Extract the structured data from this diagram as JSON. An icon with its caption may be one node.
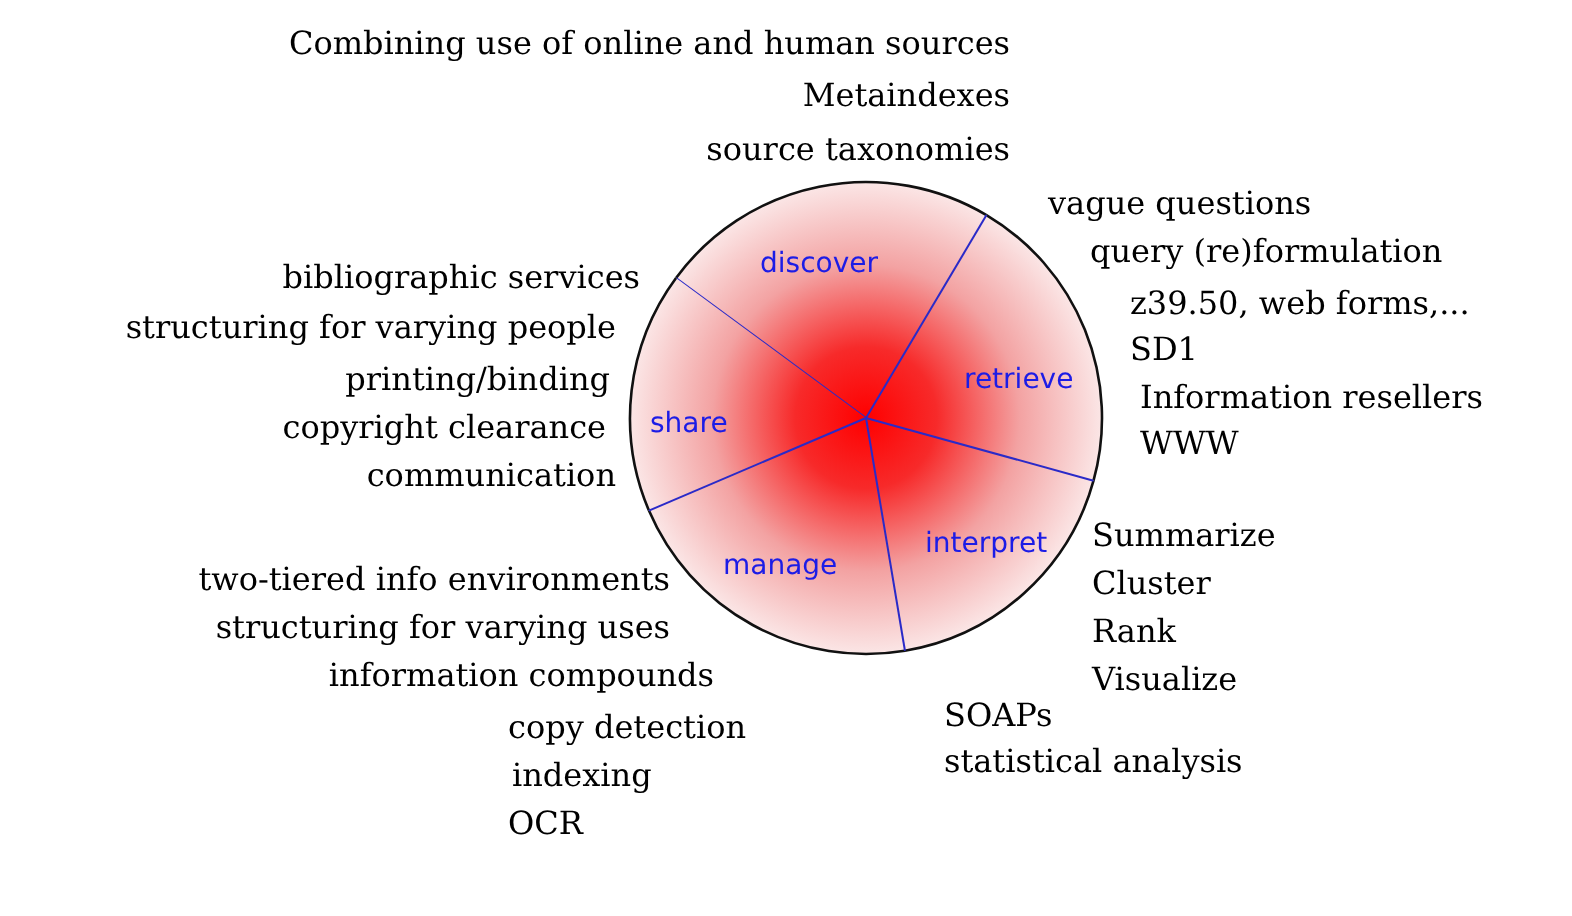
{
  "diagram": {
    "nodes": [
      {
        "text": [
          "discover"
        ],
        "beside": [
          "Combining use of online and human sources",
          "Metaindexes",
          "source taxonomies"
        ]
      },
      {
        "text": [
          "retrieve"
        ],
        "beside": [
          "vague questions",
          "query (re)formulation",
          "z39.50, web forms,...",
          "SD1",
          "Information resellers",
          "WWW"
        ]
      },
      {
        "text": [
          "interpret"
        ],
        "beside": [
          "Summarize",
          "Cluster",
          "Rank",
          "Visualize",
          "SOAPs",
          "statistical analysis"
        ]
      },
      {
        "text": [
          "manage"
        ],
        "beside": [
          "two-tiered info environments",
          "structuring for varying uses",
          "information compounds",
          "copy detection",
          "indexing",
          "OCR"
        ]
      },
      {
        "text": [
          "share"
        ],
        "beside": [
          "bibliographic services",
          "structuring for varying people",
          "printing/binding",
          "copyright clearance",
          "communication"
        ]
      }
    ]
  }
}
